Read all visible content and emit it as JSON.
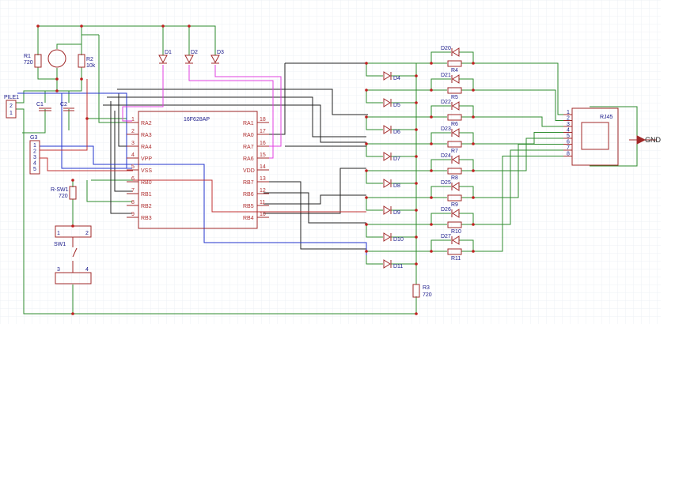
{
  "labels": {
    "pile": "PILE1",
    "pile_p2": "2",
    "pile_p1": "1",
    "r1": "R1",
    "r1_val": "720",
    "r2": "R2",
    "r2_val": "10k",
    "c1": "C1",
    "c2": "C2",
    "g3": "G3",
    "g3_pins": [
      "1",
      "2",
      "3",
      "4",
      "5"
    ],
    "rsw": "R-SW1",
    "rsw_val": "720",
    "sw1": "SW1",
    "sw_p1": "1",
    "sw_p2": "2",
    "sw_p3": "3",
    "sw_p4": "4",
    "d1": "D1",
    "d2": "D2",
    "d3": "D3",
    "ic": "16F628AP",
    "r3": "R3",
    "r3_val": "720",
    "rj45": "RJ45",
    "gnd": "GND"
  },
  "ic_left_pins": [
    {
      "num": "1",
      "name": "RA2"
    },
    {
      "num": "2",
      "name": "RA3"
    },
    {
      "num": "3",
      "name": "RA4"
    },
    {
      "num": "4",
      "name": "VPP"
    },
    {
      "num": "5",
      "name": "VSS"
    },
    {
      "num": "6",
      "name": "RB0"
    },
    {
      "num": "7",
      "name": "RB1"
    },
    {
      "num": "8",
      "name": "RB2"
    },
    {
      "num": "9",
      "name": "RB3"
    }
  ],
  "ic_right_pins": [
    {
      "num": "18",
      "name": "RA1"
    },
    {
      "num": "17",
      "name": "RA0"
    },
    {
      "num": "16",
      "name": "RA7"
    },
    {
      "num": "15",
      "name": "RA6"
    },
    {
      "num": "14",
      "name": "VDD"
    },
    {
      "num": "13",
      "name": "RB7"
    },
    {
      "num": "12",
      "name": "RB6"
    },
    {
      "num": "11",
      "name": "RB5"
    },
    {
      "num": "10",
      "name": "RB4"
    }
  ],
  "led_labels": [
    "D4",
    "D5",
    "D6",
    "D7",
    "D8",
    "D9",
    "D10",
    "D11"
  ],
  "diode_labels": [
    "D20",
    "D21",
    "D22",
    "D23",
    "D24",
    "D25",
    "D26",
    "D27"
  ],
  "res_labels": [
    "R4",
    "R5",
    "R6",
    "R7",
    "R8",
    "R9",
    "R10",
    "R11"
  ],
  "rj_pins": [
    "1",
    "2",
    "3",
    "4",
    "5",
    "6",
    "7",
    "8"
  ],
  "colors": {
    "wire_green": "#2e8b2e",
    "wire_black": "#222222",
    "wire_blue": "#2233cc",
    "wire_red": "#c03030",
    "wire_magenta": "#e040e0",
    "part": "#a02828",
    "grid": "#eef0f6"
  }
}
